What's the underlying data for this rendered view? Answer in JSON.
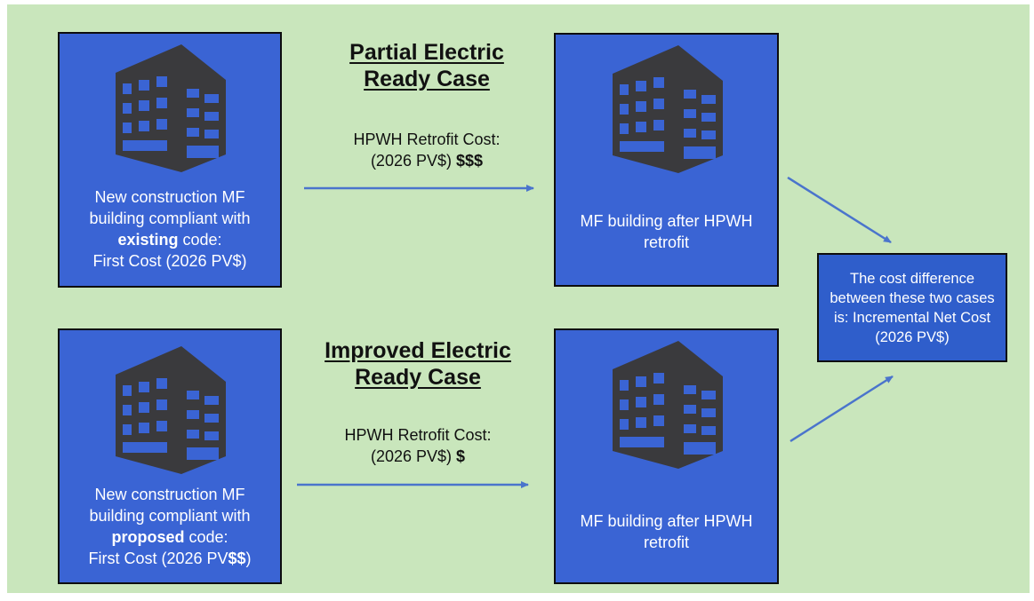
{
  "cases": [
    {
      "title_line1": "Partial Electric",
      "title_line2": "Ready Case",
      "retrofit_cost_label": "HPWH Retrofit Cost:",
      "retrofit_cost_prefix": "(2026 PV$)",
      "retrofit_cost_value": "$$$",
      "left_box": {
        "line1": "New construction MF",
        "line2": "building compliant with",
        "emphasis": "existing",
        "line3_rest": " code:",
        "line4": "First Cost (2026 PV$)"
      },
      "right_box": {
        "line1": "MF building after HPWH",
        "line2": "retrofit"
      }
    },
    {
      "title_line1": "Improved Electric",
      "title_line2": "Ready Case",
      "retrofit_cost_label": "HPWH Retrofit Cost:",
      "retrofit_cost_prefix": "(2026 PV$)",
      "retrofit_cost_value": "$",
      "left_box": {
        "line1": "New construction MF",
        "line2": "building compliant with",
        "emphasis": "proposed",
        "line3_rest": " code:",
        "line4_prefix": "First Cost (2026 PV",
        "line4_bold": "$$",
        "line4_suffix": ")"
      },
      "right_box": {
        "line1": "MF building after HPWH",
        "line2": "retrofit"
      }
    }
  ],
  "result_box": {
    "text": "The cost difference between these two cases is: Incremental Net Cost (2026 PV$)"
  },
  "colors": {
    "background": "#c9e6bc",
    "box_fill": "#3a64d4",
    "box_border": "#0d0d0d",
    "arrow": "#4a74cc",
    "building_icon": "#3a3a3d"
  },
  "icons": [
    "building-icon"
  ]
}
